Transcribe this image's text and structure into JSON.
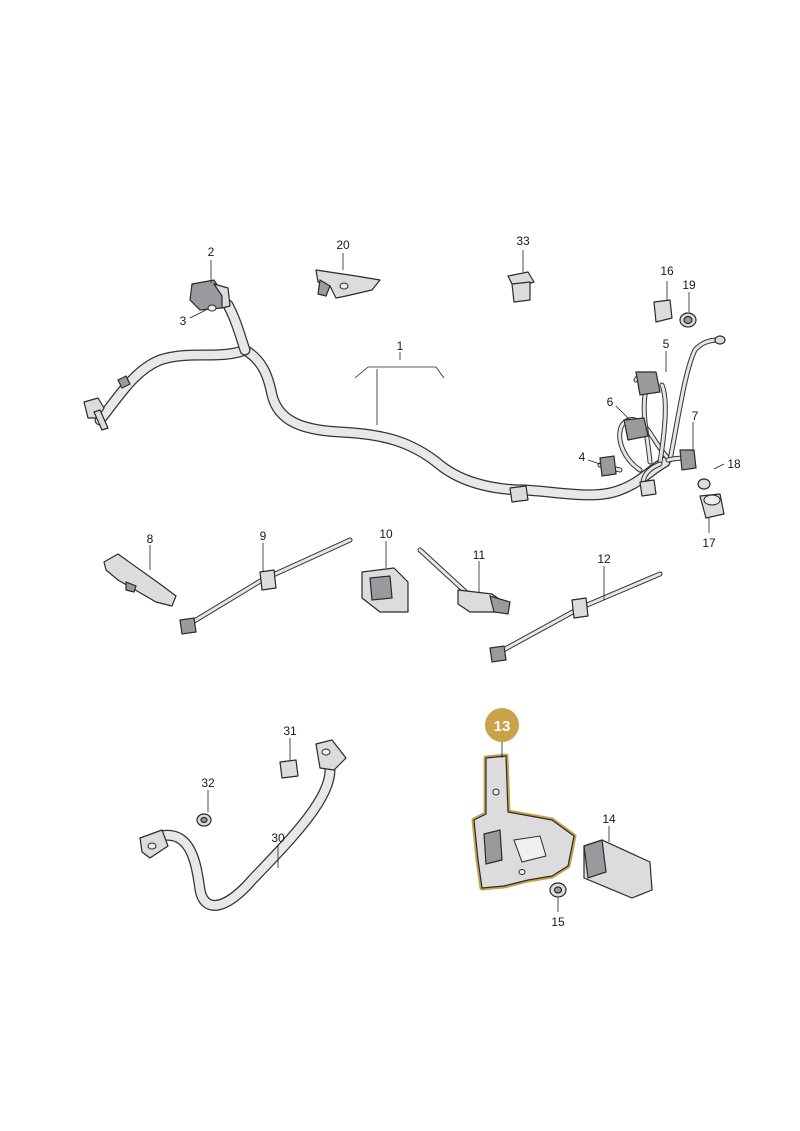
{
  "diagram": {
    "highlight_color": "#c9a24a",
    "callouts": [
      {
        "id": "c1",
        "label": "1"
      },
      {
        "id": "c2",
        "label": "2"
      },
      {
        "id": "c3",
        "label": "3"
      },
      {
        "id": "c4",
        "label": "4"
      },
      {
        "id": "c5",
        "label": "5"
      },
      {
        "id": "c6",
        "label": "6"
      },
      {
        "id": "c7",
        "label": "7"
      },
      {
        "id": "c8",
        "label": "8"
      },
      {
        "id": "c9",
        "label": "9"
      },
      {
        "id": "c10",
        "label": "10"
      },
      {
        "id": "c11",
        "label": "11"
      },
      {
        "id": "c12",
        "label": "12"
      },
      {
        "id": "c13",
        "label": "13"
      },
      {
        "id": "c14",
        "label": "14"
      },
      {
        "id": "c15",
        "label": "15"
      },
      {
        "id": "c16",
        "label": "16"
      },
      {
        "id": "c17",
        "label": "17"
      },
      {
        "id": "c18",
        "label": "18"
      },
      {
        "id": "c19",
        "label": "19"
      },
      {
        "id": "c20",
        "label": "20"
      },
      {
        "id": "c30",
        "label": "30"
      },
      {
        "id": "c31",
        "label": "31"
      },
      {
        "id": "c32",
        "label": "32"
      },
      {
        "id": "c33",
        "label": "33"
      }
    ]
  }
}
